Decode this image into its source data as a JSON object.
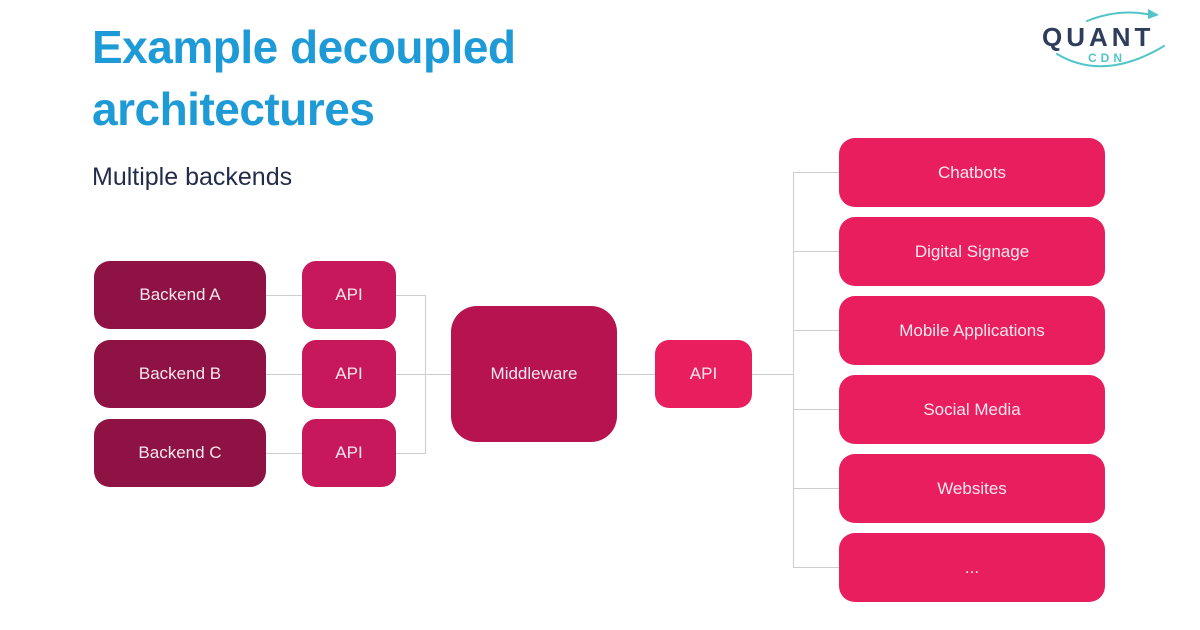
{
  "header": {
    "title_line1": "Example decoupled",
    "title_line2": "architectures",
    "subtitle": "Multiple backends"
  },
  "logo": {
    "brand": "QUANT",
    "sub": "CDN"
  },
  "colors": {
    "background": "#ffffff",
    "title": "#1e9bd6",
    "subtitle": "#232d4a",
    "backend": "#8e1243",
    "api_side": "#c6185a",
    "middleware": "#b61350",
    "api_main": "#e91e5f",
    "frontend": "#e91e5f",
    "connector": "#cdcdcd",
    "box_text": "#fae7ef",
    "logo_brand": "#2e3d5c",
    "logo_accent": "#52c5c9"
  },
  "diagram": {
    "backends": [
      {
        "label": "Backend A"
      },
      {
        "label": "Backend B"
      },
      {
        "label": "Backend C"
      }
    ],
    "api_label": "API",
    "middleware_label": "Middleware",
    "frontends": [
      {
        "label": "Chatbots"
      },
      {
        "label": "Digital Signage"
      },
      {
        "label": "Mobile Applications"
      },
      {
        "label": "Social Media"
      },
      {
        "label": "Websites"
      },
      {
        "label": "..."
      }
    ]
  }
}
